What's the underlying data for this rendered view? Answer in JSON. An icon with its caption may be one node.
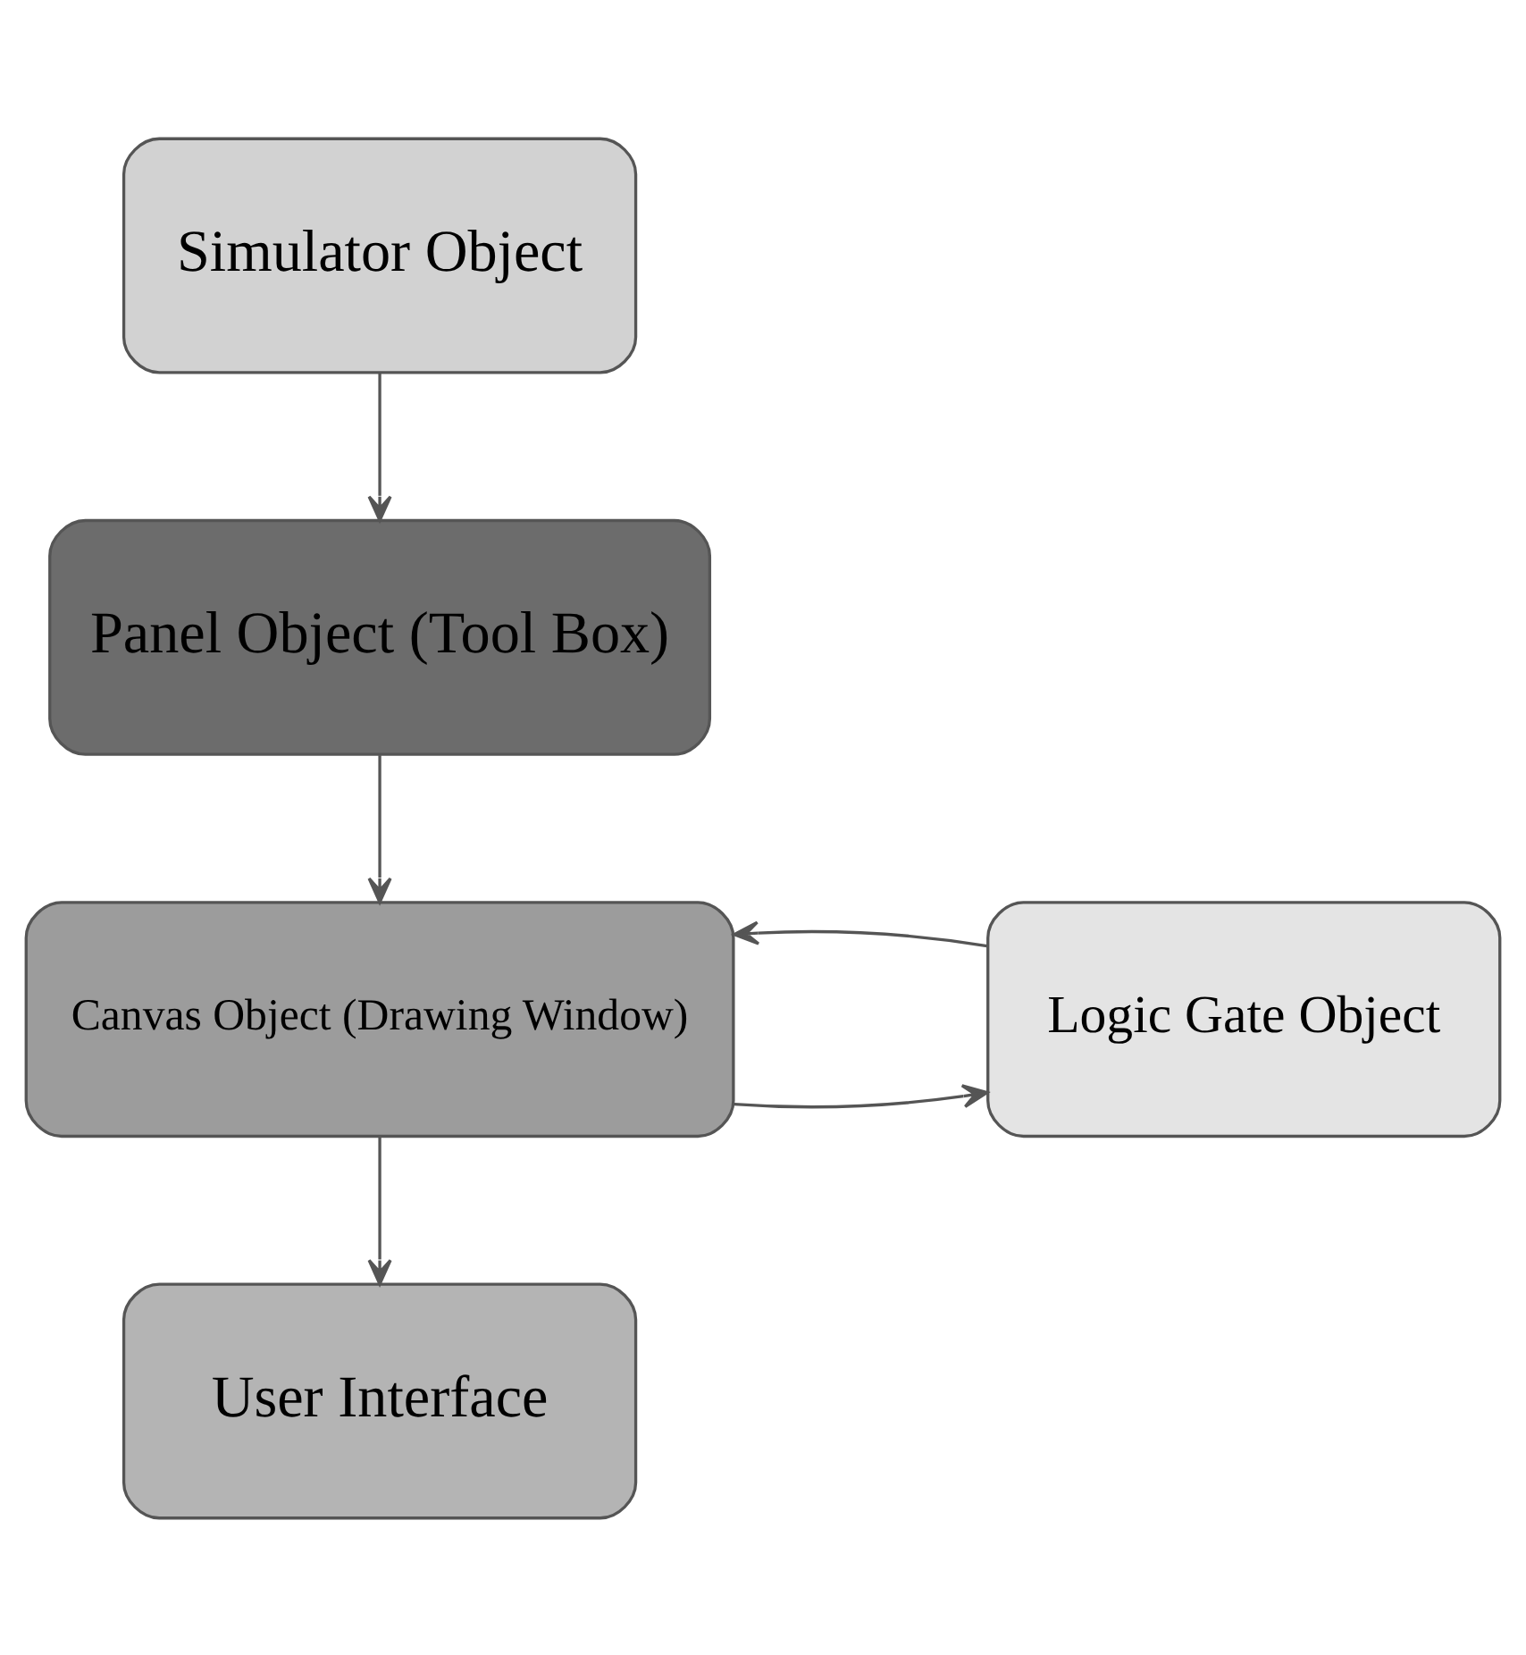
{
  "diagram": {
    "nodes": [
      {
        "text": [
          "Simulator Object"
        ]
      },
      {
        "text": [
          "Panel Object (Tool Box)"
        ]
      },
      {
        "text": [
          "Canvas Object (Drawing Window)"
        ]
      },
      {
        "text": [
          "Logic Gate Object"
        ]
      },
      {
        "text": [
          "User Interface"
        ]
      }
    ],
    "edges": [
      {
        "from": 0,
        "to": 1,
        "arrow": "to"
      },
      {
        "from": 1,
        "to": 2,
        "arrow": "to"
      },
      {
        "from": 2,
        "to": 3,
        "arrow": "to"
      },
      {
        "from": 3,
        "to": 2,
        "arrow": "to"
      },
      {
        "from": 2,
        "to": 4,
        "arrow": "to"
      }
    ]
  }
}
